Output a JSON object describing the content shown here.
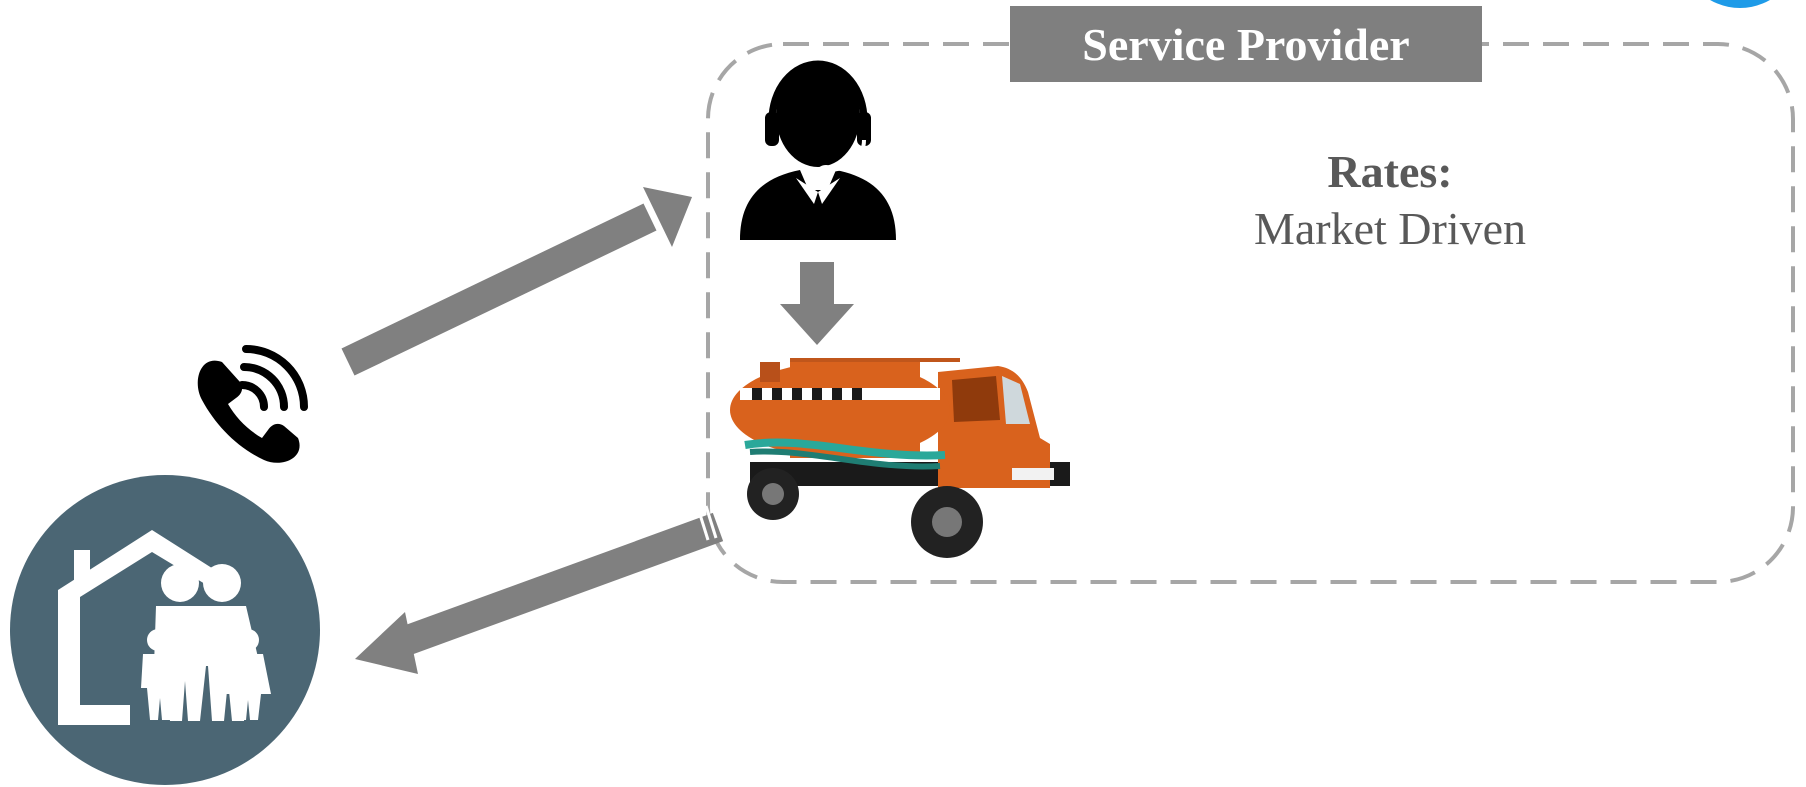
{
  "service_provider": {
    "title": "Service Provider",
    "rates_label": "Rates:",
    "rates_value": "Market Driven"
  },
  "icons": {
    "household": "household-family-icon",
    "phone": "phone-call-icon",
    "operator": "call-center-operator-icon",
    "truck": "vacuum-tanker-truck-icon"
  },
  "colors": {
    "arrow": "#808080",
    "household_circle": "#4b6674",
    "title_box": "#7f7f7f",
    "truck_orange": "#d9621d",
    "corner_blue": "#1e9be8"
  }
}
